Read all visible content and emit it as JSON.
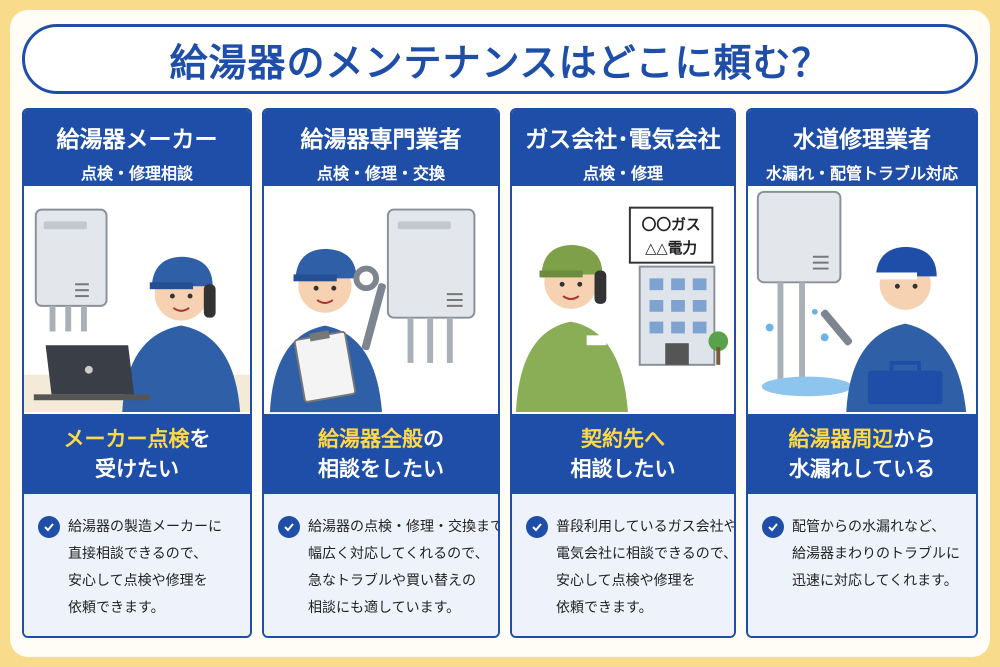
{
  "page": {
    "title": "給湯器のメンテナンスはどこに頼む？"
  },
  "cards": [
    {
      "title": "給湯器メーカー",
      "subtitle": "点検・修理相談",
      "need_highlight": "メーカー点検",
      "need_rest": "を",
      "need_line2": "受けたい",
      "desc": [
        "給湯器の製造メーカーに",
        "直接相談できるので、",
        "安心して点検や修理を",
        "依頼できます。"
      ]
    },
    {
      "title": "給湯器専門業者",
      "subtitle": "点検・修理・交換",
      "need_highlight": "給湯器全般",
      "need_rest": "の",
      "need_line2": "相談をしたい",
      "desc": [
        "給湯器の点検・修理・交換まで",
        "幅広く対応してくれるので、",
        "急なトラブルや買い替えの",
        "相談にも適しています。"
      ]
    },
    {
      "title": "ガス会社･電気会社",
      "subtitle": "点検・修理",
      "need_highlight": "契約先へ",
      "need_rest": "",
      "need_line2": "相談したい",
      "desc": [
        "普段利用しているガス会社や",
        "電気会社に相談できるので、",
        "安心して点検や修理を",
        "依頼できます。"
      ],
      "sign": [
        "〇〇ガス",
        "△△電力"
      ]
    },
    {
      "title": "水道修理業者",
      "subtitle": "水漏れ・配管トラブル対応",
      "need_highlight": "給湯器周辺",
      "need_rest": "から",
      "need_line2": "水漏れしている",
      "desc": [
        "配管からの水漏れなど、",
        "給湯器まわりのトラブルに",
        "迅速に対応してくれます。"
      ]
    }
  ],
  "colors": {
    "brand_blue": "#1f4ea8",
    "highlight_yellow": "#ffd84a",
    "background_yellow": "#f8dc8c"
  },
  "icons": [
    "check-icon",
    "water-heater-icon",
    "phone-icon",
    "laptop-icon",
    "wrench-icon",
    "clipboard-icon",
    "building-icon",
    "toolbox-icon"
  ]
}
